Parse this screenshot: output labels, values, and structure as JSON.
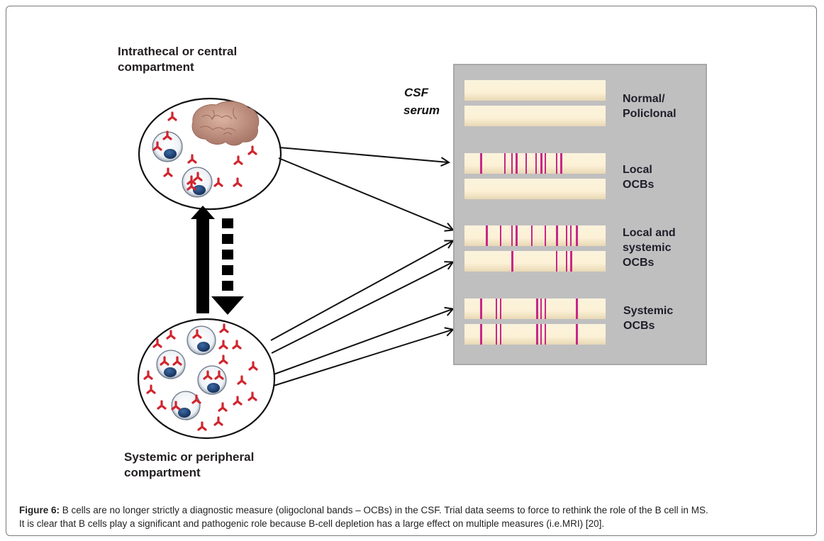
{
  "figure": {
    "top_compartment_label": [
      "Intrathecal or central",
      "compartment"
    ],
    "bottom_compartment_label": [
      "Systemic or peripheral",
      "compartment"
    ],
    "csf_label": "CSF",
    "serum_label": "serum",
    "caption_prefix": "Figure 6:",
    "caption_line1": " B cells are no longer strictly a diagnostic measure (oligoclonal bands – OCBs) in the CSF. Trial data seems to force to rethink the role of the B cell in MS.",
    "caption_line2": "It is clear that B cells play a significant and pathogenic role because B-cell depletion has a large effect on multiple measures (i.e.MRI) [20].",
    "colors": {
      "gel_panel": "#c0bfc0",
      "strip": "#fcf1d6",
      "band": "#c8268a",
      "antibody": "#d0252e",
      "nucleus": "#1f3f6e",
      "brain": "#c99a86"
    },
    "arrows": {
      "up_arrow": "solid",
      "down_arrow": "dashed"
    },
    "groups": [
      {
        "name": "normal-policlonal",
        "label": [
          "Normal/",
          "Policlonal"
        ],
        "csf_bands": [],
        "serum_bands": []
      },
      {
        "name": "local-ocbs",
        "label": [
          "Local",
          "OCBs"
        ],
        "csf_bands": [
          0.11,
          0.28,
          0.33,
          0.36,
          0.43,
          0.5,
          0.54,
          0.57,
          0.65,
          0.68
        ],
        "serum_bands": []
      },
      {
        "name": "local-and-systemic-ocbs",
        "label": [
          "Local and",
          "systemic",
          "OCBs"
        ],
        "csf_bands": [
          0.15,
          0.25,
          0.33,
          0.36,
          0.47,
          0.57,
          0.65,
          0.72,
          0.75,
          0.79
        ],
        "serum_bands": [
          0.33,
          0.65,
          0.72,
          0.75
        ]
      },
      {
        "name": "systemic-ocbs",
        "label": [
          "Systemic",
          "OCBs"
        ],
        "csf_bands": [
          0.11,
          0.22,
          0.25,
          0.51,
          0.54,
          0.57,
          0.79
        ],
        "serum_bands": [
          0.11,
          0.22,
          0.25,
          0.51,
          0.54,
          0.57,
          0.79
        ]
      }
    ]
  }
}
